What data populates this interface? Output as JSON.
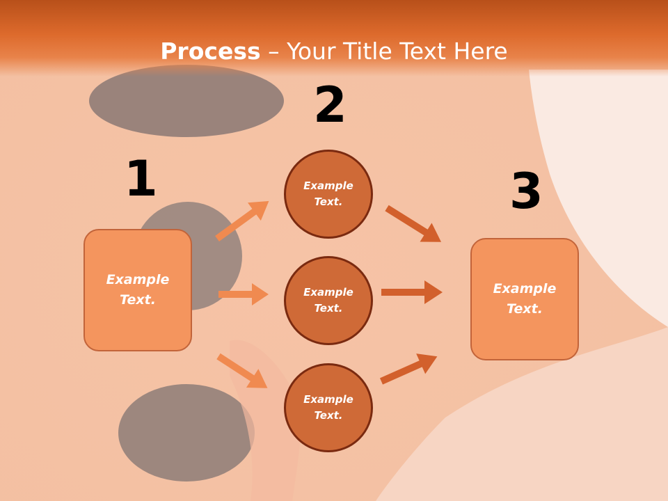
{
  "title": {
    "bold": "Process",
    "rest": " – Your Title Text Here"
  },
  "steps": {
    "one": "1",
    "two": "2",
    "three": "3"
  },
  "left_box": {
    "text": "Example\nText."
  },
  "circles": [
    {
      "text": "Example\nText."
    },
    {
      "text": "Example\nText."
    },
    {
      "text": "Example\nText."
    }
  ],
  "right_box": {
    "text": "Example\nText."
  },
  "colors": {
    "header": "#dd6a2c",
    "box_fill": "#f4955e",
    "circle_fill": "#cf6a37",
    "circle_border": "#7a2a10",
    "left_arrow": "#f08a50",
    "right_arrow": "#d2602c"
  }
}
